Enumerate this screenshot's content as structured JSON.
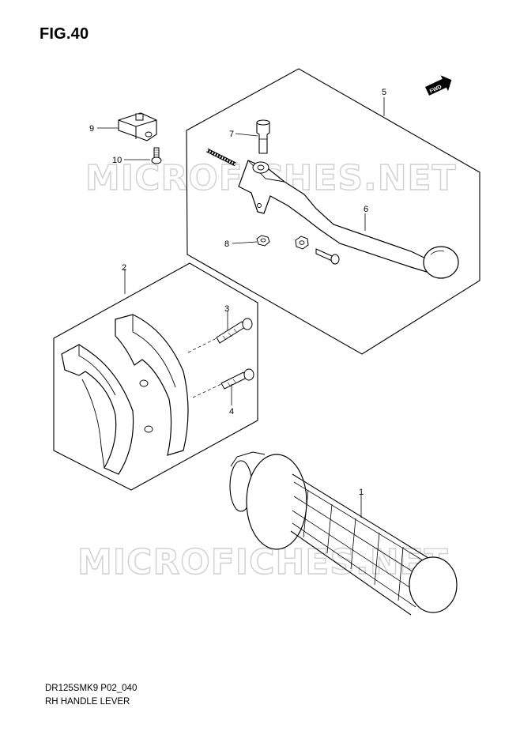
{
  "figure_label": "FIG.40",
  "footer": {
    "code": "DR125SMK9 P02_040",
    "name": "RH HANDLE LEVER"
  },
  "callouts": [
    "1",
    "2",
    "3",
    "4",
    "5",
    "6",
    "7",
    "8",
    "9",
    "10"
  ],
  "front_arrow_text": "FWD",
  "watermark_text": "MICROFICHES.NET"
}
